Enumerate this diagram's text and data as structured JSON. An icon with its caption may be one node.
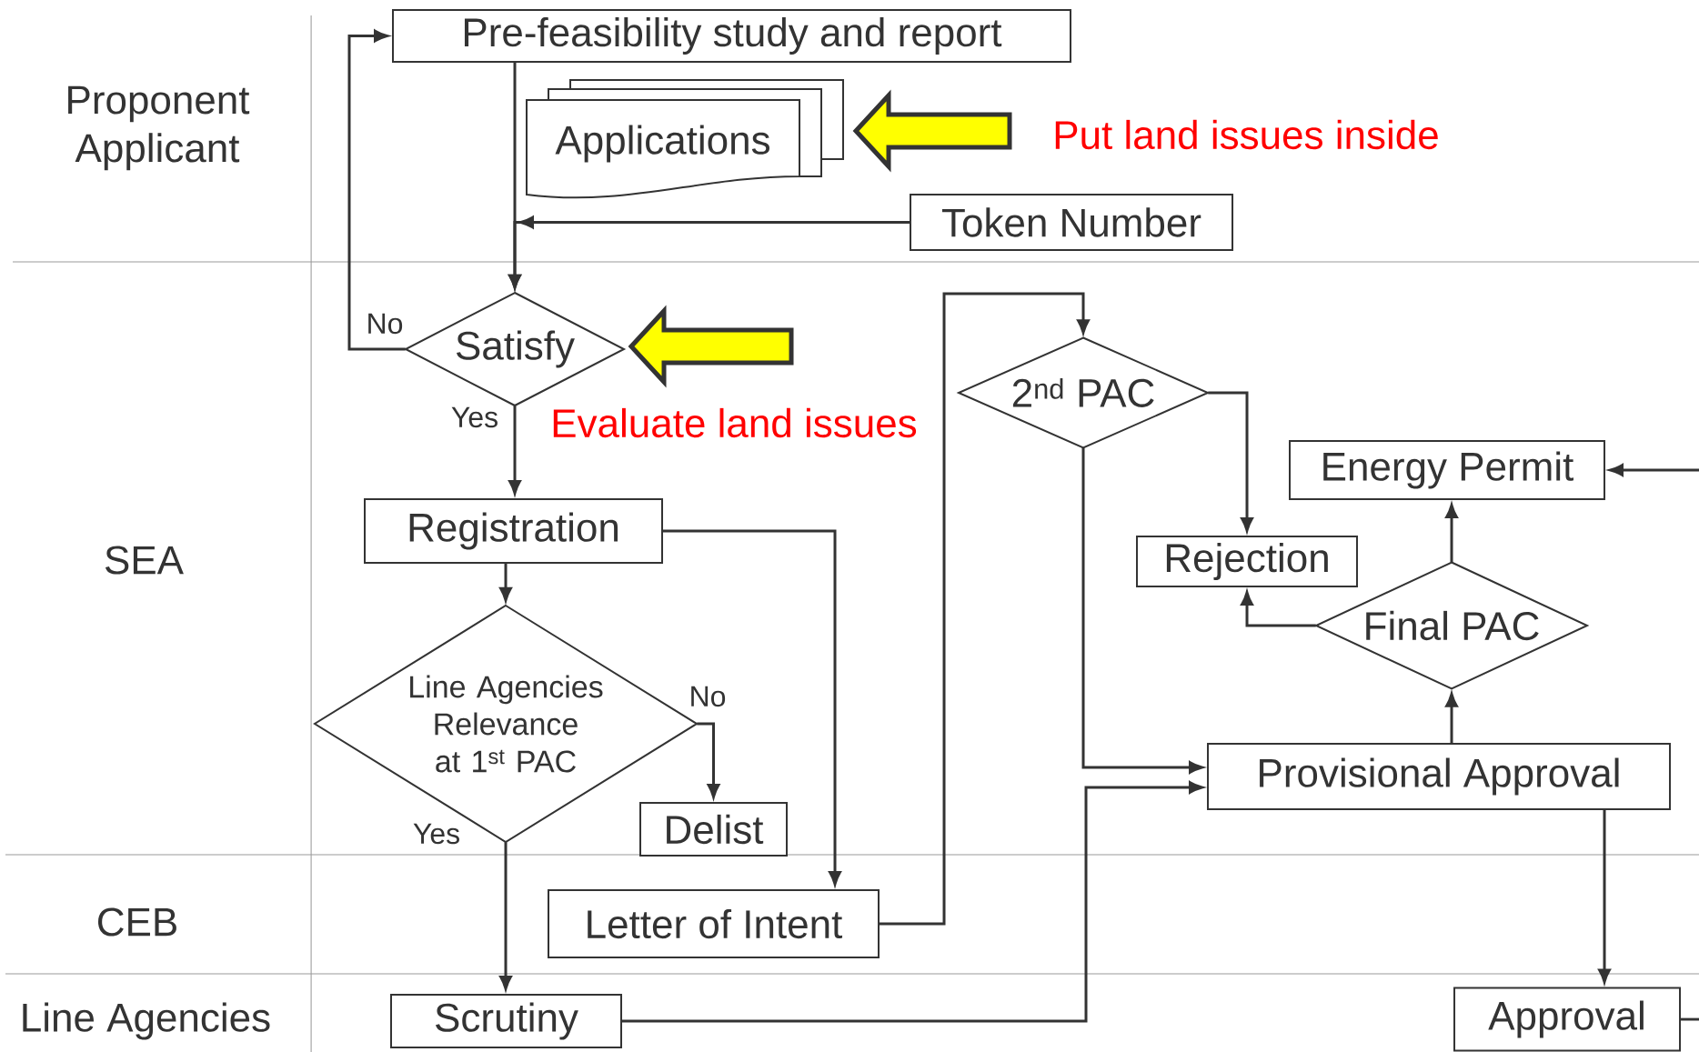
{
  "diagram": {
    "nodes": [
      {
        "text": [
          "Pre-feasibility study and report"
        ]
      },
      {
        "text": [
          "Applications"
        ]
      },
      {
        "text": [
          "Token Number"
        ]
      },
      {
        "text": [
          "Satisfy"
        ]
      },
      {
        "text": [
          "2$^{nd}$ PAC"
        ]
      },
      {
        "text": [
          "Energy Permit"
        ]
      },
      {
        "text": [
          "Registration"
        ]
      },
      {
        "text": [
          "Rejection"
        ]
      },
      {
        "text": [
          "Final PAC"
        ]
      },
      {
        "text": [
          "Line Agencies Relevance at 1$^{st}$ PAC"
        ]
      },
      {
        "text": [
          "Provisional Approval"
        ]
      },
      {
        "text": [
          "Delist"
        ]
      },
      {
        "text": [
          "Letter of Intent"
        ]
      },
      {
        "text": [
          "Scrutiny"
        ]
      },
      {
        "text": [
          "Approval"
        ]
      },
      {
        "text": [
          "Put land issues inside"
        ]
      },
      {
        "text": [
          "Evaluate land issues"
        ]
      }
    ],
    "edges": [
      {
        "from": 0,
        "to": 3,
        "arrow": "to"
      },
      {
        "from": 3,
        "to": 0,
        "arrow": "to",
        "label": "No"
      },
      {
        "from": 3,
        "to": 6,
        "arrow": "to",
        "label": "Yes"
      },
      {
        "from": 6,
        "to": 9,
        "arrow": "to"
      },
      {
        "from": 9,
        "to": 11,
        "arrow": "to",
        "label": "No"
      },
      {
        "from": 9,
        "to": 13,
        "arrow": "to",
        "label": "Yes"
      },
      {
        "from": 6,
        "to": 12,
        "arrow": "to"
      },
      {
        "from": 12,
        "to": 4,
        "arrow": "to"
      },
      {
        "from": 4,
        "to": 7,
        "arrow": "to"
      },
      {
        "from": 4,
        "to": 10,
        "arrow": "to"
      },
      {
        "from": 13,
        "to": 10,
        "arrow": "to"
      },
      {
        "from": 10,
        "to": 8,
        "arrow": "to"
      },
      {
        "from": 8,
        "to": 5,
        "arrow": "to"
      },
      {
        "from": 8,
        "to": 7,
        "arrow": "to"
      },
      {
        "from": 10,
        "to": 14,
        "arrow": "to"
      },
      {
        "from": null,
        "to": 5,
        "arrow": "to"
      },
      {
        "from": 14,
        "to": null,
        "arrow": "none"
      },
      {
        "from": 2,
        "to": 3,
        "arrow": "to"
      },
      {
        "from": 15,
        "to": 1,
        "arrow": "to"
      },
      {
        "from": 16,
        "to": 3,
        "arrow": "to"
      }
    ],
    "labels": [
      "Proponent Applicant",
      "SEA",
      "CEB",
      "Line Agencies"
    ]
  }
}
